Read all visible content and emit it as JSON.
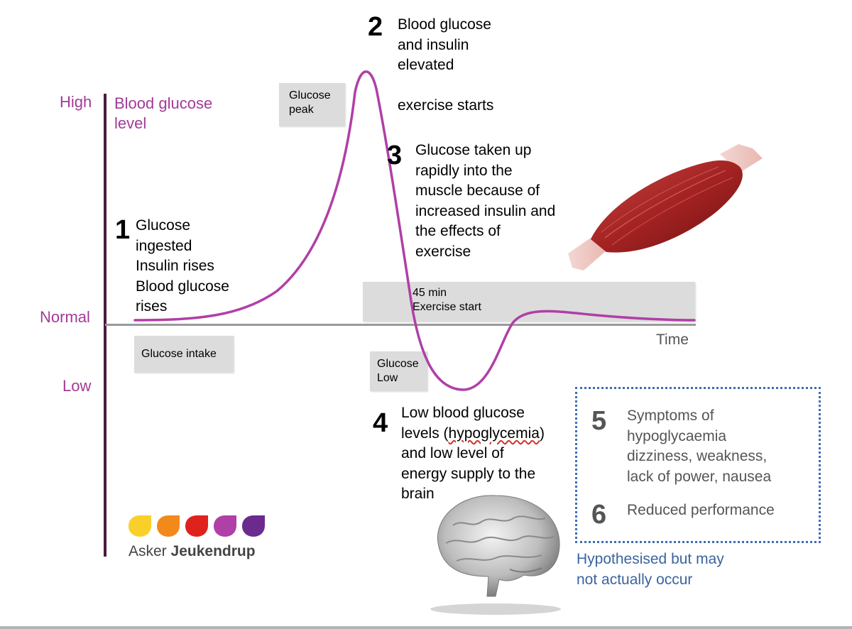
{
  "axis": {
    "y_high": "High",
    "y_normal": "Normal",
    "y_low": "Low",
    "y_title": "Blood glucose\nlevel",
    "x_title": "Time"
  },
  "labels": {
    "glucose_peak": "Glucose\npeak",
    "exercise_start": "45 min\nExercise start",
    "glucose_intake": "Glucose intake",
    "glucose_low": "Glucose\nLow"
  },
  "steps": {
    "s1_num": "1",
    "s1_text": "Glucose\ningested\nInsulin rises\nBlood glucose\nrises",
    "s2_num": "2",
    "s2_text": "Blood glucose\nand insulin\nelevated",
    "s2_extra": "exercise starts",
    "s3_num": "3",
    "s3_text": "Glucose taken up\nrapidly into the\nmuscle because of\nincreased insulin and\nthe effects of\nexercise",
    "s4_num": "4",
    "s4_line1": "Low blood glucose",
    "s4_line2_pre": "levels (",
    "s4_line2_word": "hypoglycemia",
    "s4_line2_post": ")",
    "s4_rest": "and low level of\nenergy supply to the\nbrain",
    "s5_num": "5",
    "s5_text": "Symptoms of\nhypoglycaemia\ndizziness, weakness,\nlack of power, nausea",
    "s6_num": "6",
    "s6_text": "Reduced performance"
  },
  "note": "Hypothesised but may\nnot actually occur",
  "logo": {
    "first": "Asker",
    "last": "Jeukendrup",
    "colors": [
      "#f9d02a",
      "#f28a1b",
      "#e0221d",
      "#b03fa7",
      "#6a2a8e"
    ]
  },
  "colors": {
    "curve": "#b03fa7",
    "axis_purple": "#5a1f4e",
    "label_purple": "#a23a97",
    "note_blue": "#3a64a0"
  }
}
